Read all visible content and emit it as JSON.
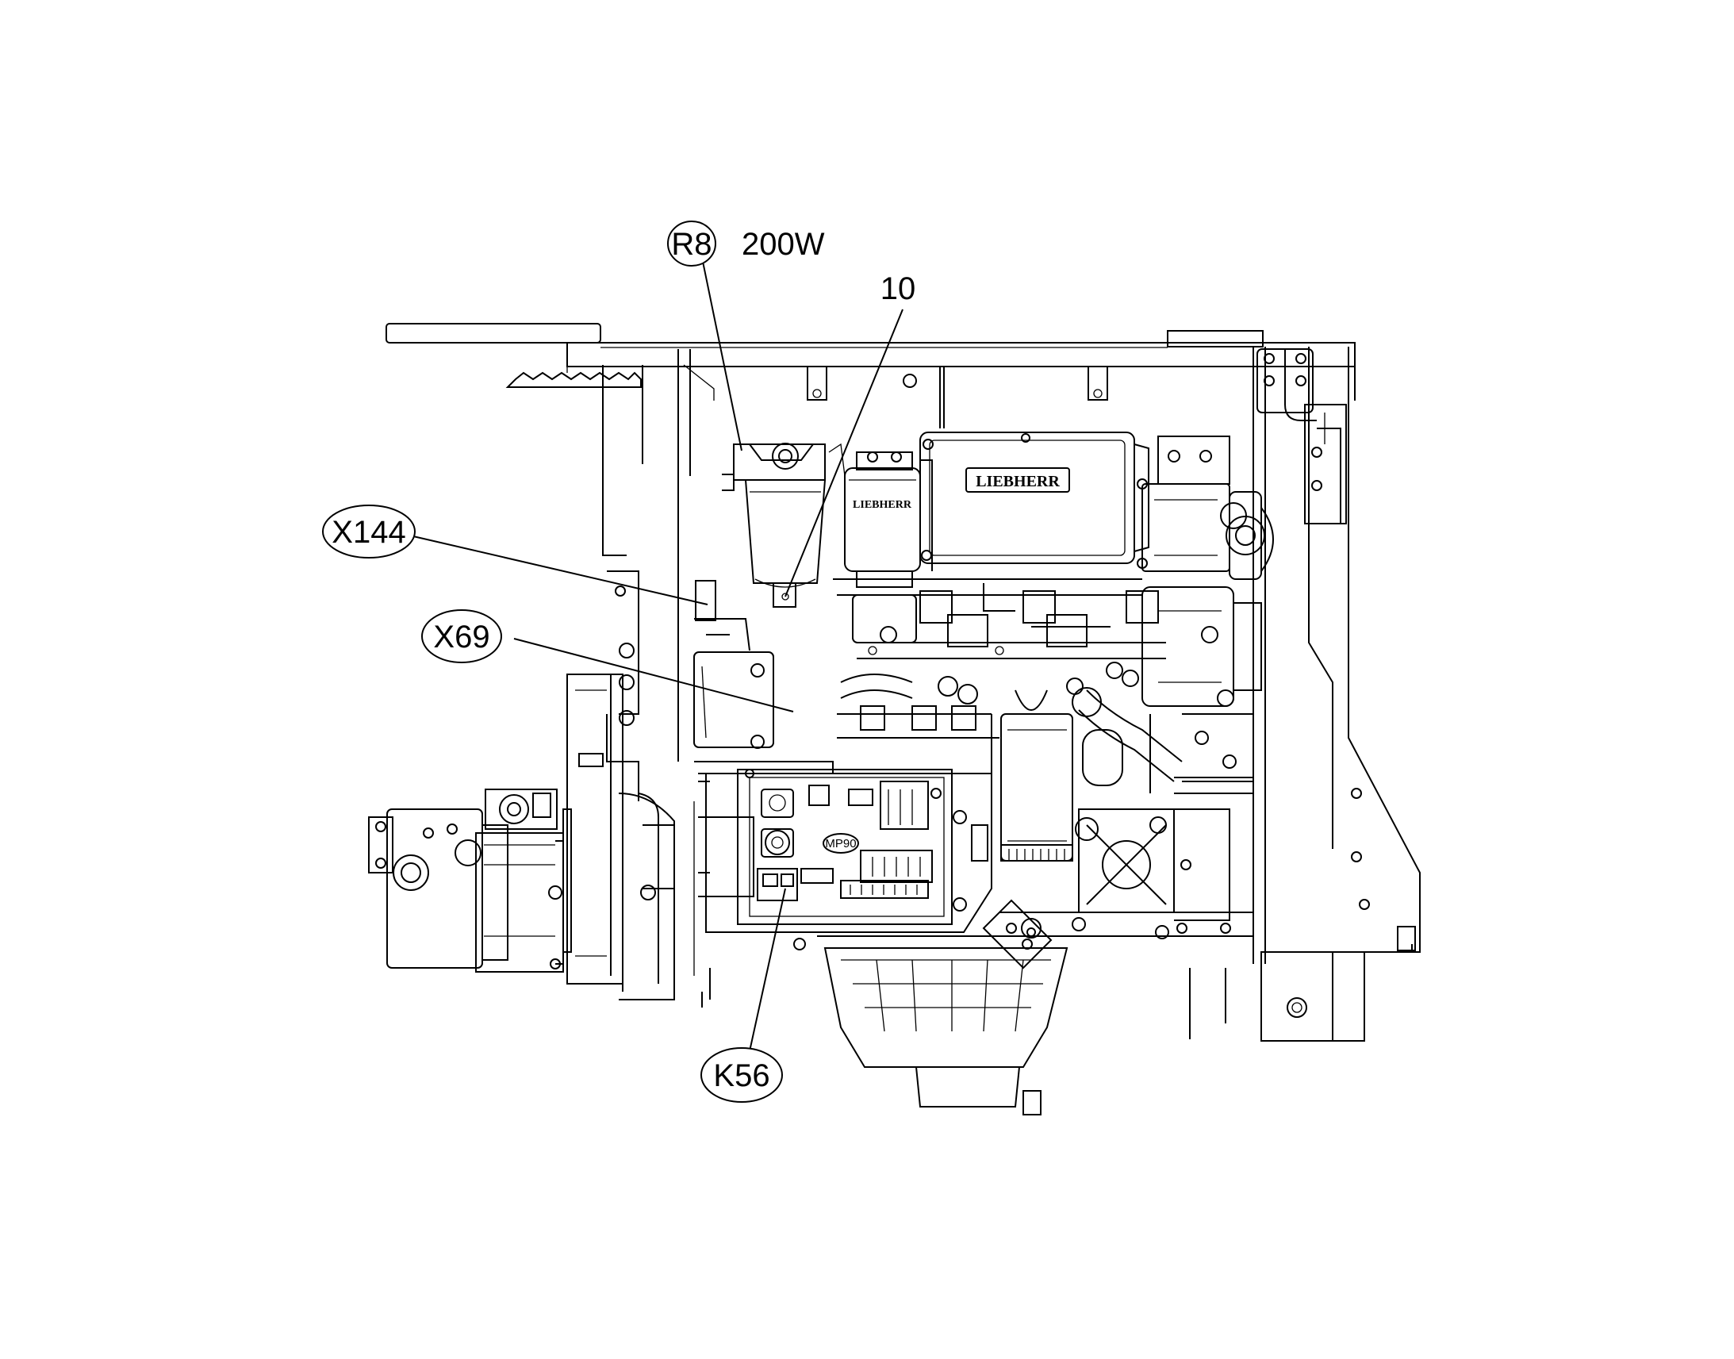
{
  "callouts": {
    "r8": "R8",
    "r8_rating": "200W",
    "item_10": "10",
    "x144": "X144",
    "x69": "X69",
    "k56": "K56"
  },
  "labels": {
    "brand_main": "LIEBHERR",
    "brand_filter": "LIEBHERR",
    "mp90": "MP90"
  }
}
